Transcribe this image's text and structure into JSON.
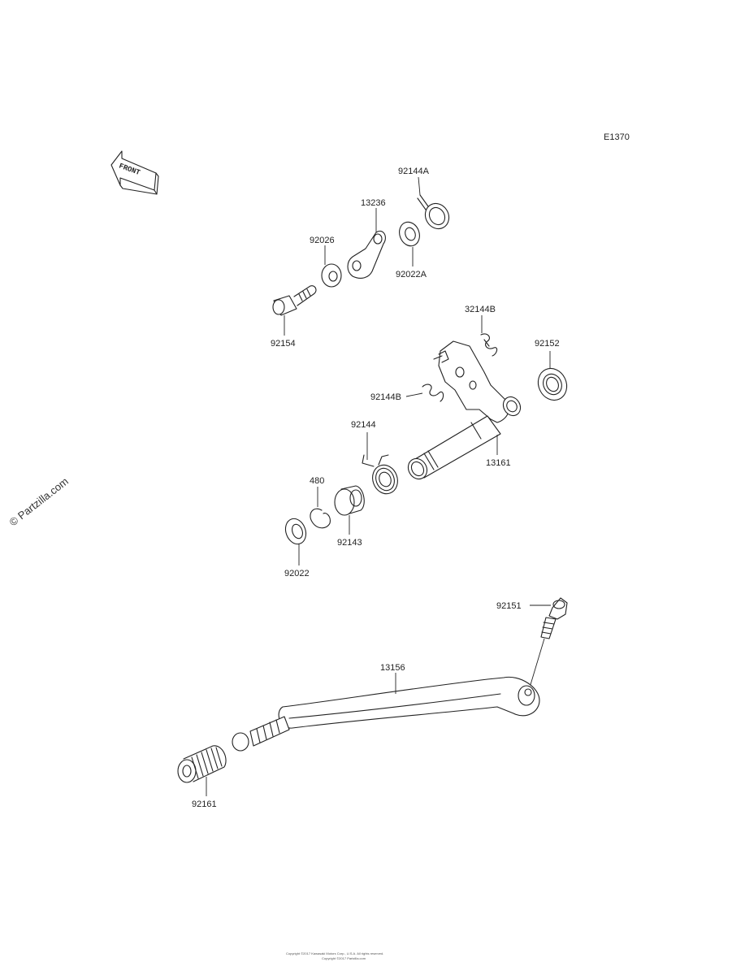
{
  "diagram_code": "E1370",
  "front_badge": "FRONT",
  "watermark": "© Partzilla.com",
  "footer_line1": "Copyright ©2017 Kawasaki Motors Corp., U.S.A. All rights reserved.",
  "footer_line2": "Copyright ©2017 Partzilla.com",
  "parts": {
    "p92144A": "92144A",
    "p13236": "13236",
    "p92026": "92026",
    "p92022A": "92022A",
    "p92154": "92154",
    "p32144B": "32144B",
    "p92152": "92152",
    "p92144B": "92144B",
    "p92144": "92144",
    "p13161": "13161",
    "p480": "480",
    "p92143": "92143",
    "p92022": "92022",
    "p92151": "92151",
    "p13156": "13156",
    "p92161": "92161"
  }
}
